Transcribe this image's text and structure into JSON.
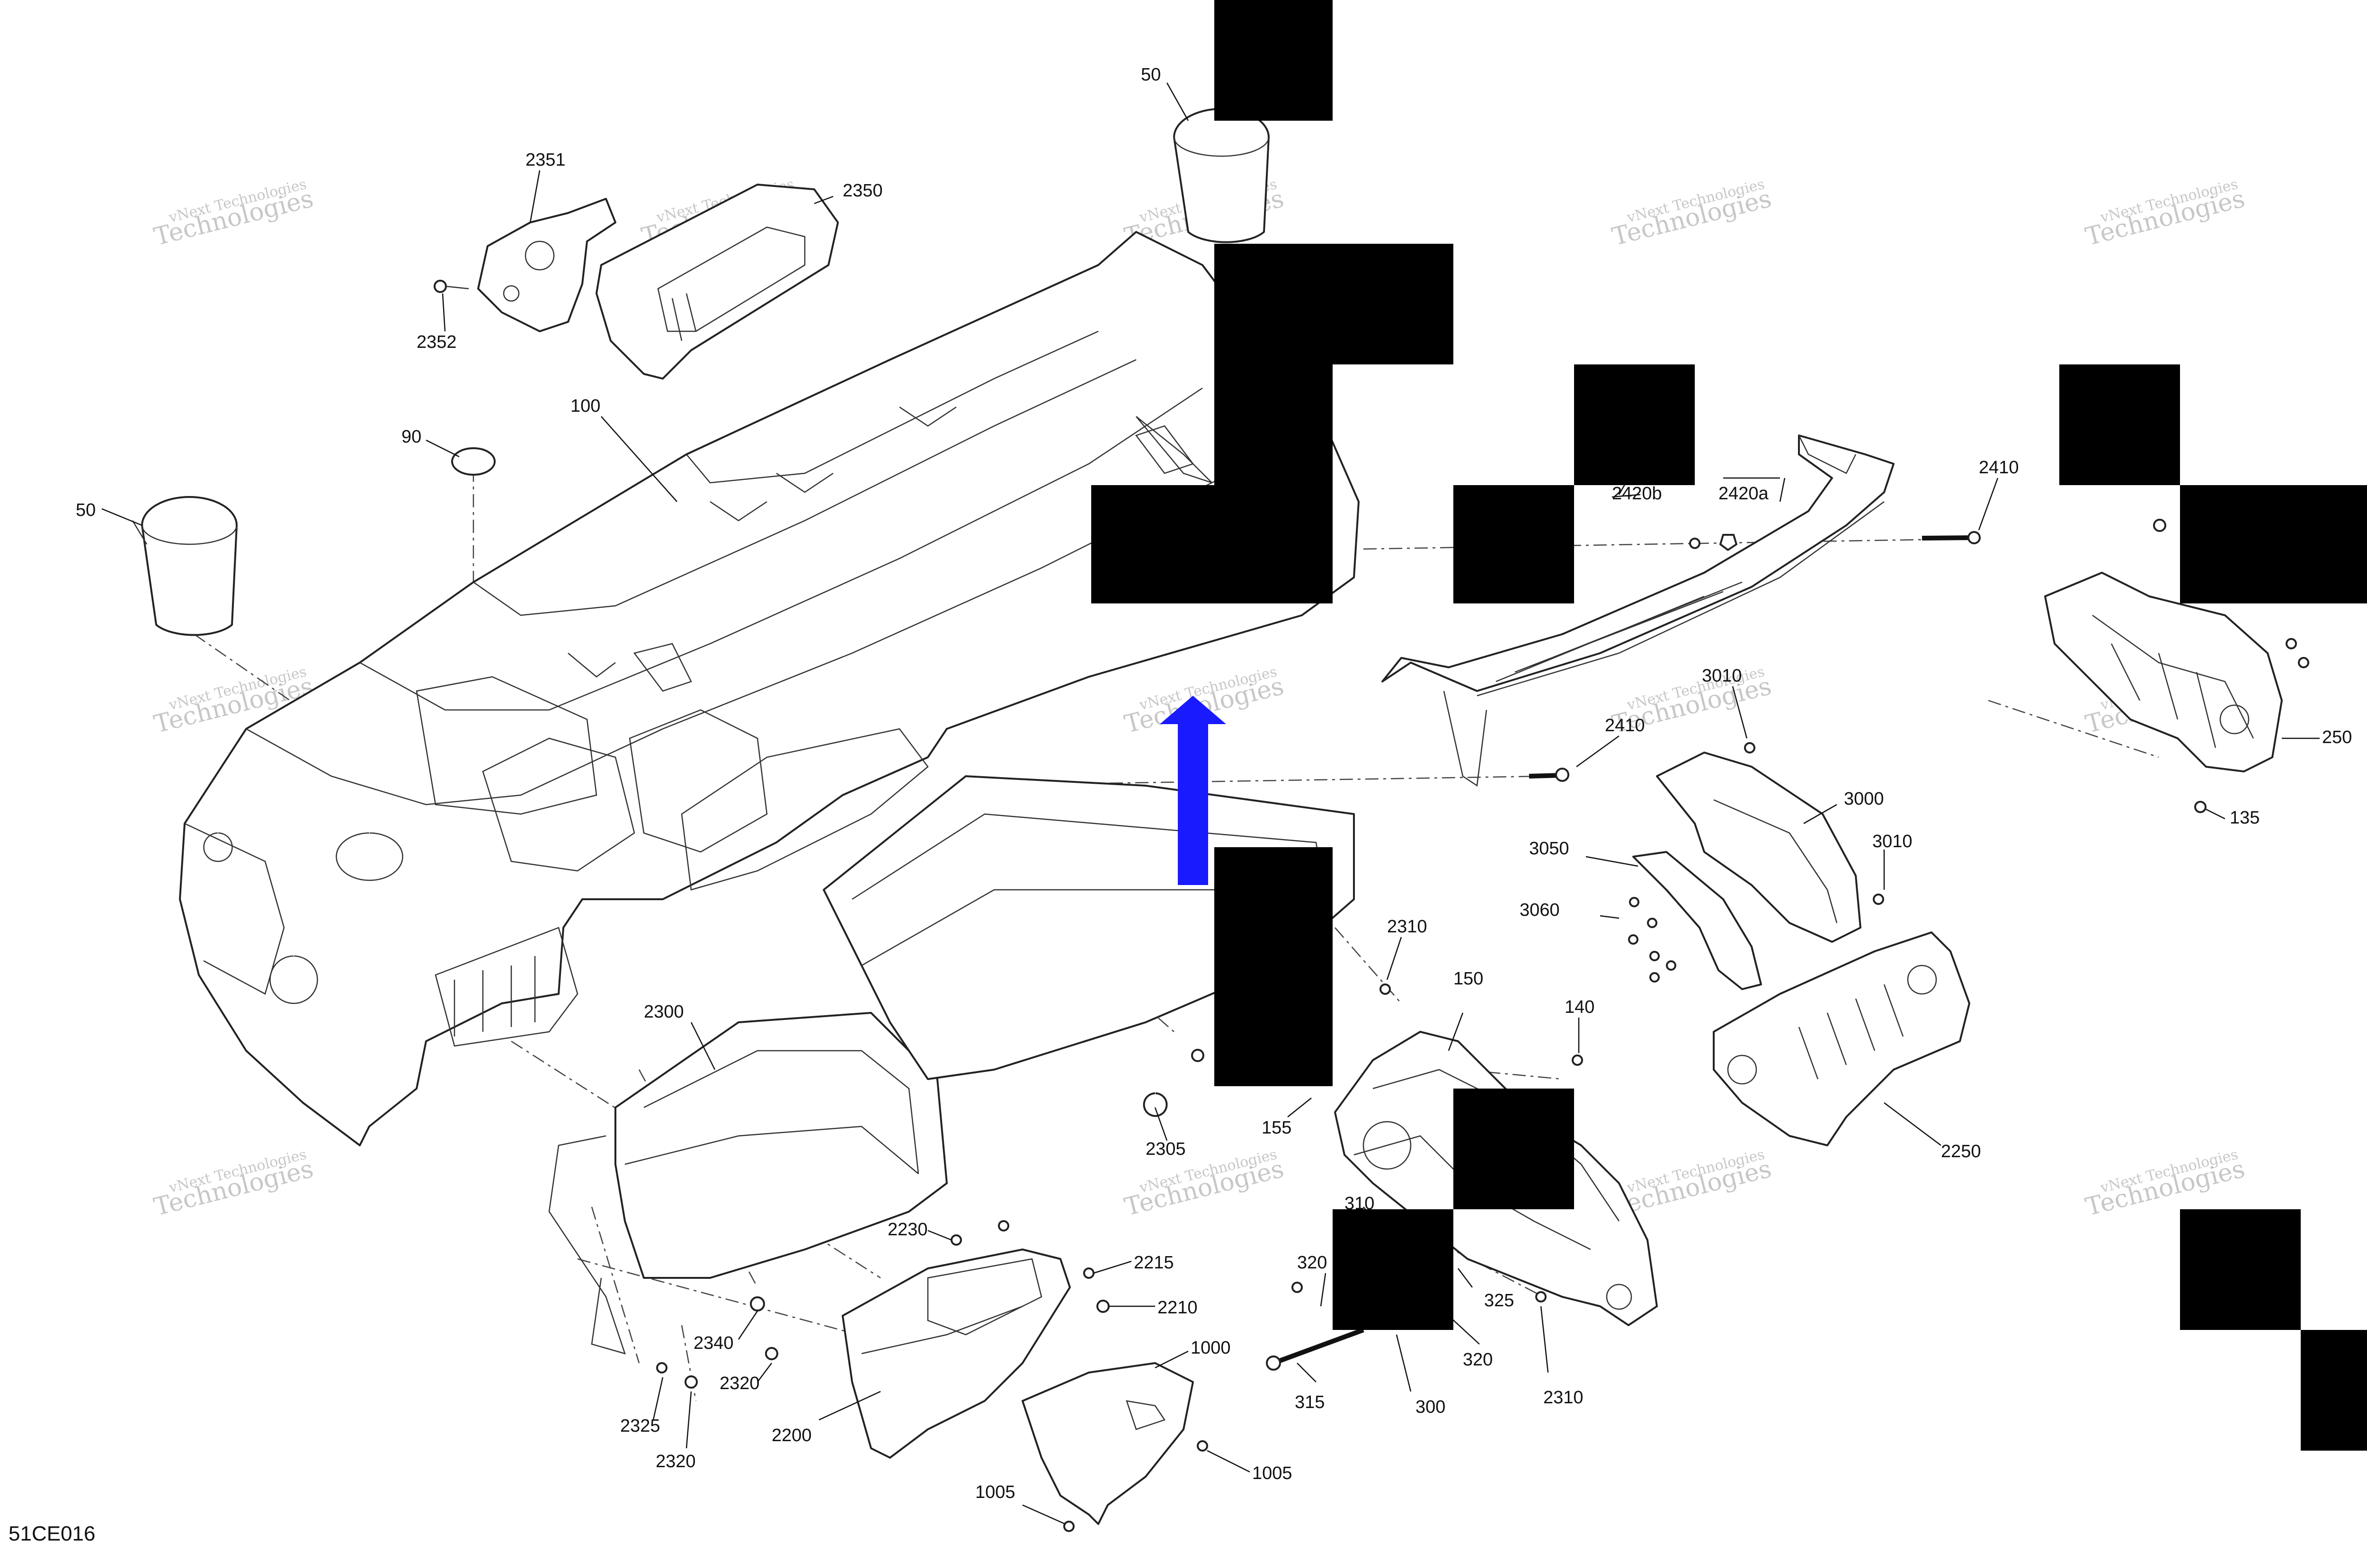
{
  "figure_code": "51CE016",
  "watermark_lines": [
    "vNext Technologies",
    "Technologies"
  ],
  "arrow_color": "#1a1aff",
  "callouts": [
    {
      "id": "c50a",
      "label": "50"
    },
    {
      "id": "c2351",
      "label": "2351"
    },
    {
      "id": "c2350",
      "label": "2350"
    },
    {
      "id": "c2352",
      "label": "2352"
    },
    {
      "id": "c100",
      "label": "100"
    },
    {
      "id": "c90",
      "label": "90"
    },
    {
      "id": "c50b",
      "label": "50"
    },
    {
      "id": "c2420b",
      "label": "2420b"
    },
    {
      "id": "c2420a",
      "label": "2420a"
    },
    {
      "id": "c2410a",
      "label": "2410"
    },
    {
      "id": "c2410b",
      "label": "2410"
    },
    {
      "id": "c3010a",
      "label": "3010"
    },
    {
      "id": "c3000",
      "label": "3000"
    },
    {
      "id": "c3010b",
      "label": "3010"
    },
    {
      "id": "c3050",
      "label": "3050"
    },
    {
      "id": "c3060",
      "label": "3060"
    },
    {
      "id": "c250",
      "label": "250"
    },
    {
      "id": "c135",
      "label": "135"
    },
    {
      "id": "c2310a",
      "label": "2310"
    },
    {
      "id": "c150",
      "label": "150"
    },
    {
      "id": "c140",
      "label": "140"
    },
    {
      "id": "c2250",
      "label": "2250"
    },
    {
      "id": "c2300",
      "label": "2300"
    },
    {
      "id": "c2305",
      "label": "2305"
    },
    {
      "id": "c155",
      "label": "155"
    },
    {
      "id": "c310",
      "label": "310"
    },
    {
      "id": "c320a",
      "label": "320"
    },
    {
      "id": "c325",
      "label": "325"
    },
    {
      "id": "c320b",
      "label": "320"
    },
    {
      "id": "c315",
      "label": "315"
    },
    {
      "id": "c300",
      "label": "300"
    },
    {
      "id": "c2310b",
      "label": "2310"
    },
    {
      "id": "c2230",
      "label": "2230"
    },
    {
      "id": "c2215",
      "label": "2215"
    },
    {
      "id": "c2210",
      "label": "2210"
    },
    {
      "id": "c2340",
      "label": "2340"
    },
    {
      "id": "c2320a",
      "label": "2320"
    },
    {
      "id": "c2325",
      "label": "2325"
    },
    {
      "id": "c2320b",
      "label": "2320"
    },
    {
      "id": "c2200",
      "label": "2200"
    },
    {
      "id": "c1000",
      "label": "1000"
    },
    {
      "id": "c1005a",
      "label": "1005"
    },
    {
      "id": "c1005b",
      "label": "1005"
    }
  ]
}
